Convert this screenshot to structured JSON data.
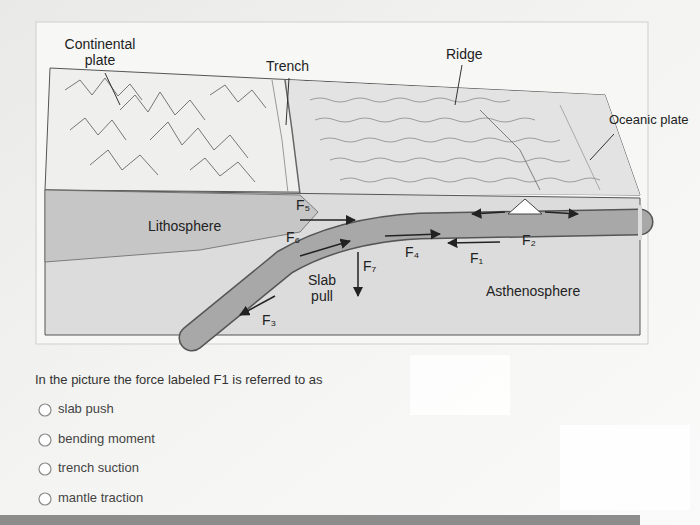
{
  "diagram": {
    "labels": [
      "Continental plate",
      "Trench",
      "Ridge",
      "Oceanic plate",
      "Lithosphere",
      "F₅",
      "F₆",
      "Slab pull",
      "F₇",
      "F₄",
      "F₁",
      "F₂",
      "F₃",
      "Asthenosphere",
      "In the picture the force labeled F1 is referred to as",
      "slab push",
      "bending moment",
      "trench suction",
      "mantle traction"
    ]
  }
}
